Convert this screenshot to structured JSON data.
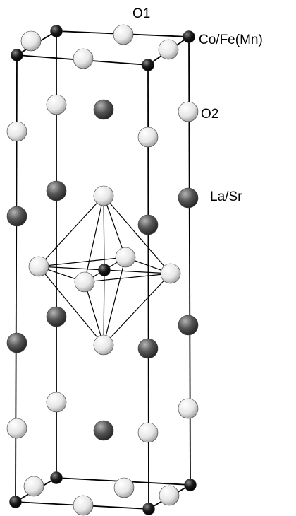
{
  "labels": {
    "o1": "O1",
    "b_site": "Co/Fe(Mn)",
    "o2": "O2",
    "a_site": "La/Sr"
  },
  "colors": {
    "oxygen": "#eeeeee",
    "a_site": "#555555",
    "b_site": "#111111",
    "edge": "#000000"
  }
}
